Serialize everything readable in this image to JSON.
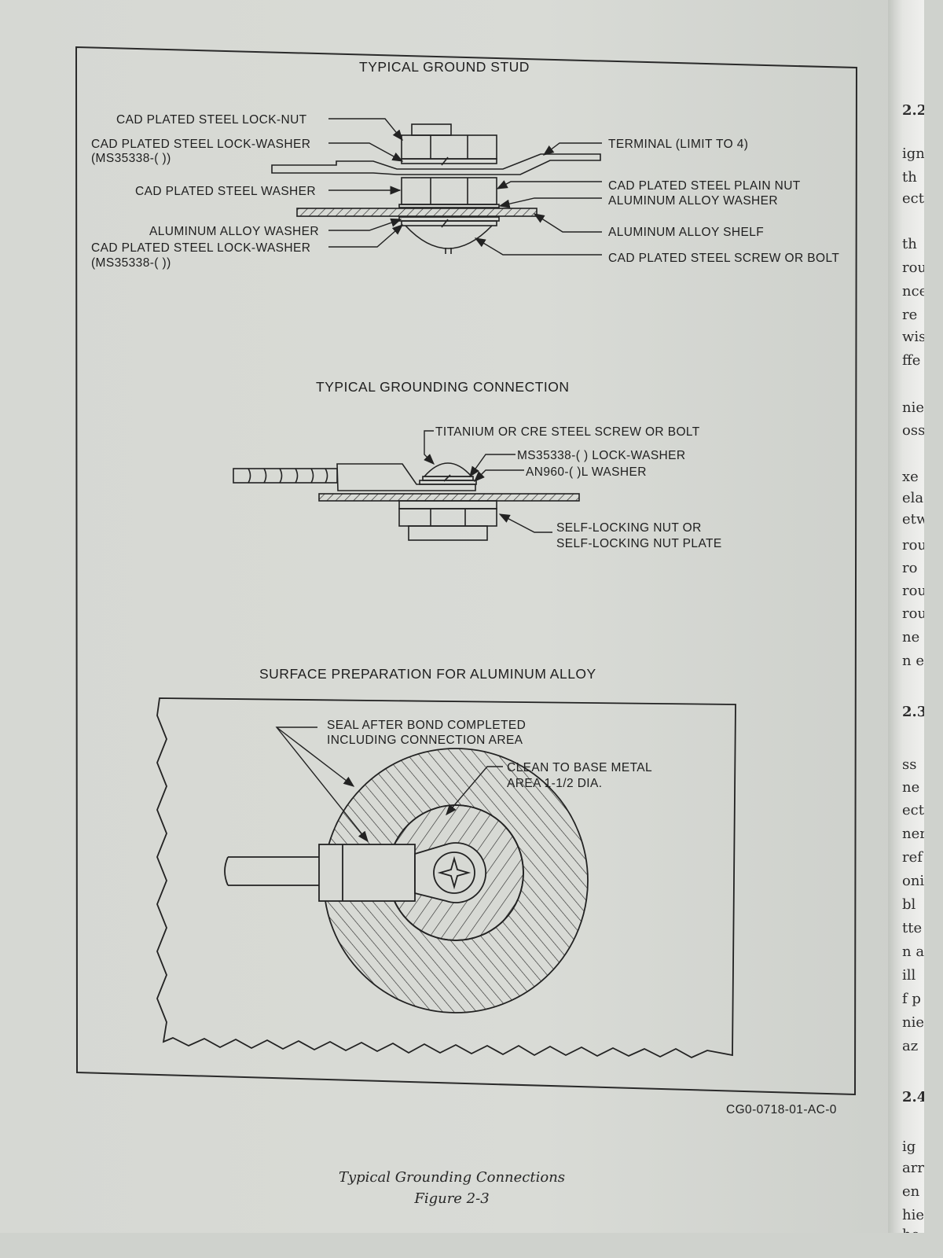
{
  "figure": {
    "stud": {
      "title": "TYPICAL GROUND STUD",
      "labels": {
        "locknut": "CAD PLATED STEEL LOCK-NUT",
        "lockwasher_top_1": "CAD PLATED STEEL LOCK-WASHER",
        "lockwasher_top_2": "(MS35338-( ))",
        "washer": "CAD PLATED STEEL WASHER",
        "al_washer_left": "ALUMINUM ALLOY WASHER",
        "lockwasher_bottom_1": "CAD PLATED STEEL LOCK-WASHER",
        "lockwasher_bottom_2": "(MS35338-( ))",
        "terminal": "TERMINAL (LIMIT TO 4)",
        "plain_nut": "CAD PLATED STEEL PLAIN NUT",
        "al_washer_right": "ALUMINUM ALLOY WASHER",
        "shelf": "ALUMINUM ALLOY SHELF",
        "screw": "CAD PLATED STEEL SCREW OR BOLT"
      }
    },
    "grounding": {
      "title": "TYPICAL GROUNDING CONNECTION",
      "labels": {
        "screw": "TITANIUM OR CRE STEEL SCREW OR BOLT",
        "lockwasher": "MS35338-( ) LOCK-WASHER",
        "washer": "AN960-( )L WASHER",
        "nut_1": "SELF-LOCKING NUT OR",
        "nut_2": "SELF-LOCKING NUT PLATE"
      }
    },
    "surface": {
      "title": "SURFACE PREPARATION FOR ALUMINUM ALLOY",
      "labels": {
        "seal_1": "SEAL AFTER BOND COMPLETED",
        "seal_2": "INCLUDING CONNECTION AREA",
        "clean_1": "CLEAN TO BASE METAL",
        "clean_2": "AREA 1-1/2 DIA."
      }
    },
    "drawing_id": "CG0-0718-01-AC-0",
    "caption_title": "Typical Grounding Connections",
    "caption_figure": "Figure 2-3"
  },
  "adjacent_page_fragments": [
    {
      "text": "2.2",
      "bold": true
    },
    {
      "text": "ign"
    },
    {
      "text": "th"
    },
    {
      "text": "ect"
    },
    {
      "text": "th"
    },
    {
      "text": "rou"
    },
    {
      "text": "nce"
    },
    {
      "text": "re"
    },
    {
      "text": "wis"
    },
    {
      "text": "ffe"
    },
    {
      "text": "nie"
    },
    {
      "text": "oss"
    },
    {
      "text": "xe"
    },
    {
      "text": "ela"
    },
    {
      "text": "etw"
    },
    {
      "text": "rou"
    },
    {
      "text": "ro"
    },
    {
      "text": "rou"
    },
    {
      "text": "rou"
    },
    {
      "text": "ne"
    },
    {
      "text": "n e"
    },
    {
      "text": "2.3",
      "bold": true
    },
    {
      "text": "ss"
    },
    {
      "text": "ne"
    },
    {
      "text": "ect"
    },
    {
      "text": "ner"
    },
    {
      "text": "ref"
    },
    {
      "text": "oni"
    },
    {
      "text": "bl"
    },
    {
      "text": "tte"
    },
    {
      "text": "n a"
    },
    {
      "text": "ill"
    },
    {
      "text": "f p"
    },
    {
      "text": "nie"
    },
    {
      "text": "az"
    },
    {
      "text": "2.4",
      "bold": true
    },
    {
      "text": "ig"
    },
    {
      "text": "arr"
    },
    {
      "text": "en"
    },
    {
      "text": "hie"
    },
    {
      "text": "ho"
    }
  ]
}
